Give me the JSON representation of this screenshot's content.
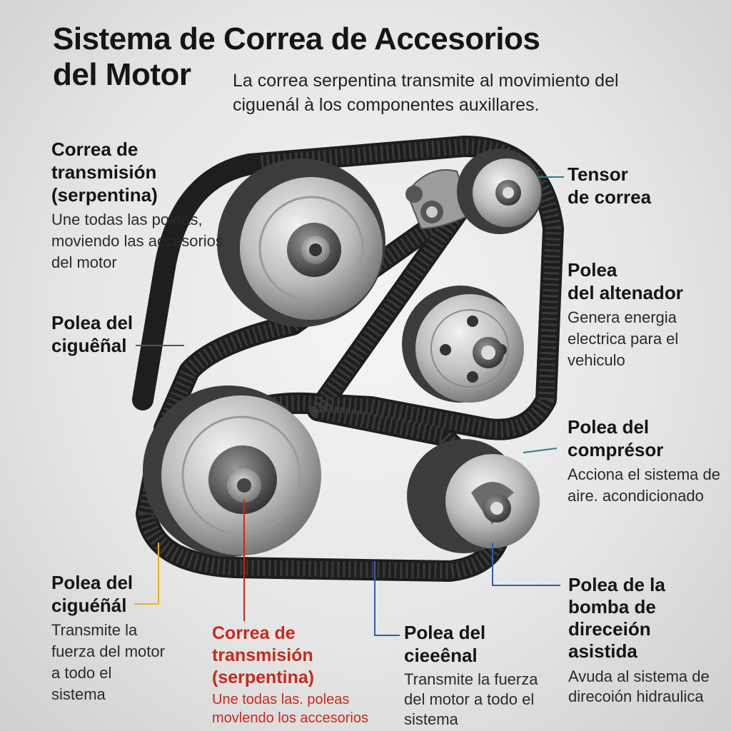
{
  "title": {
    "line1": "Sistema de Correa de Accesorios",
    "line2": "del Motor"
  },
  "subtitle": "La correa serpentina transmite al movimiento del ciguenál à los componentes auxillares.",
  "labels": {
    "belt_top": {
      "title_line1": "Correa de transmisión",
      "title_line2": "(serpentina)",
      "desc": "Une todas las poleas, moviendo las accesorios del motor"
    },
    "tensor": {
      "title_line1": "Tensor",
      "title_line2": "de correa"
    },
    "crank_upper": {
      "title_line1": "Polea del",
      "title_line2": "ciguêñal"
    },
    "alternator": {
      "title_line1": "Polea",
      "title_line2": "del altenador",
      "desc": "Genera energia electrica para el vehiculo"
    },
    "compressor": {
      "title_line1": "Polea del",
      "title_line2": "comprésor",
      "desc": "Acciona el sistema de aire. acondicionado"
    },
    "crank_lower": {
      "title_line1": "Polea del",
      "title_line2": "ciguéñál",
      "desc": "Transmite la fuerza del motor a todo el sistema"
    },
    "belt_bottom": {
      "title_line1": "Correa de",
      "title_line2": "transmisión",
      "title_line3": "(serpentina)",
      "desc": "Une todas las. poleas movlendo los accesorios"
    },
    "cieeenal": {
      "title_line1": "Polea del",
      "title_line2": "cieeênal",
      "desc": "Transmite la fuerza del motor a todo el sistema"
    },
    "steering": {
      "title_line1": "Polea de la",
      "title_line2": "bomba de",
      "title_line3": "direceión",
      "title_line4": "asistida",
      "desc": "Avuda al sistema de direcoión hidraulica"
    }
  },
  "colors": {
    "belt": "#1e1e1e",
    "pulley_light": "#d6d6d6",
    "pulley_dark": "#5a5a5a",
    "leader_gray": "#555555",
    "leader_blue": "#2f5fa8",
    "leader_teal": "#2c7d86",
    "leader_yellow": "#e0b31c",
    "leader_red": "#c62a1f",
    "accent_red": "#c62a1f"
  }
}
